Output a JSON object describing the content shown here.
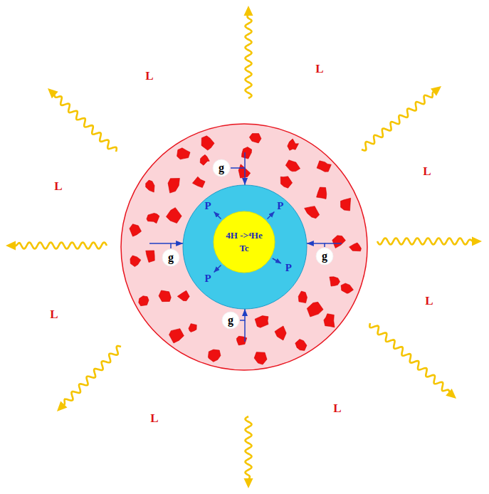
{
  "diagram": {
    "nodes": [
      {
        "text": [
          "g"
        ]
      },
      {
        "text": [
          "P",
          "P",
          "P",
          "P"
        ]
      },
      {
        "text": [
          "4H ->⁴He",
          "Tc"
        ],
        "in": 1
      },
      {
        "text": [
          "g"
        ]
      },
      {
        "text": [
          "g"
        ]
      },
      {
        "text": [
          "g"
        ]
      }
    ],
    "edges": [
      {
        "from": 0,
        "to": 1,
        "arrow": "to"
      },
      {
        "from": 3,
        "to": 1,
        "arrow": "to"
      },
      {
        "from": 4,
        "to": 1,
        "arrow": "to"
      },
      {
        "from": 5,
        "to": 1,
        "arrow": "to"
      }
    ],
    "labels": [
      "L",
      "L",
      "L",
      "L",
      "L",
      "L",
      "L",
      "L"
    ]
  }
}
